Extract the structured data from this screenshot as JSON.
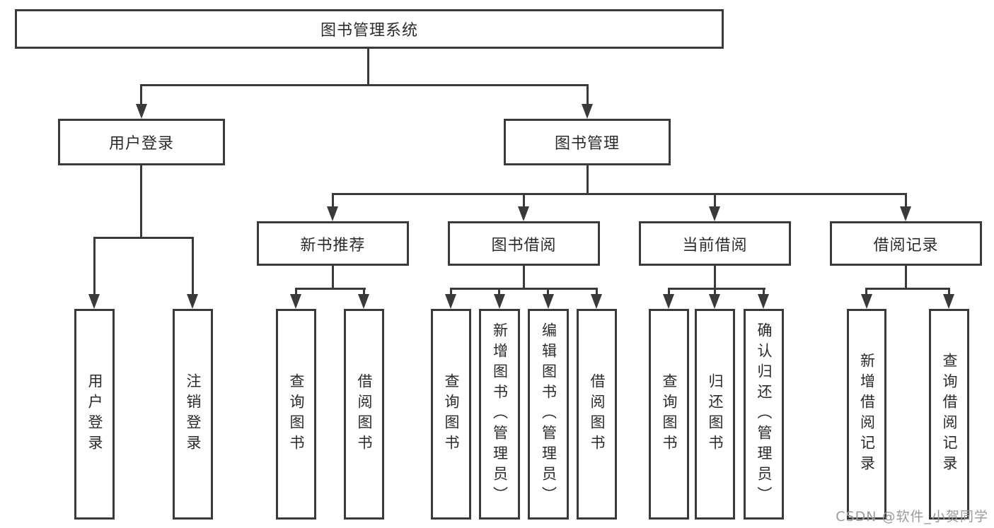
{
  "tree": {
    "label": "图书管理系统",
    "children": [
      {
        "label": "用户登录",
        "children": [
          {
            "label": "用户登录"
          },
          {
            "label": "注销登录"
          }
        ]
      },
      {
        "label": "图书管理",
        "children": [
          {
            "label": "新书推荐",
            "children": [
              {
                "label": "查询图书"
              },
              {
                "label": "借阅图书"
              }
            ]
          },
          {
            "label": "图书借阅",
            "children": [
              {
                "label": "查询图书"
              },
              {
                "label": "新增图书（管理员）"
              },
              {
                "label": "编辑图书（管理员）"
              },
              {
                "label": "借阅图书"
              }
            ]
          },
          {
            "label": "当前借阅",
            "children": [
              {
                "label": "查询图书"
              },
              {
                "label": "归还图书"
              },
              {
                "label": "确认归还（管理员）"
              }
            ]
          },
          {
            "label": "借阅记录",
            "children": [
              {
                "label": "新增借阅记录"
              },
              {
                "label": "查询借阅记录"
              }
            ]
          }
        ]
      }
    ]
  },
  "watermark": "CSDN @软件_小贺同学",
  "colors": {
    "line": "#3a3a3a",
    "text": "#2b2b2b",
    "watermark_text": "#9b9b9b",
    "background": "#ffffff"
  }
}
